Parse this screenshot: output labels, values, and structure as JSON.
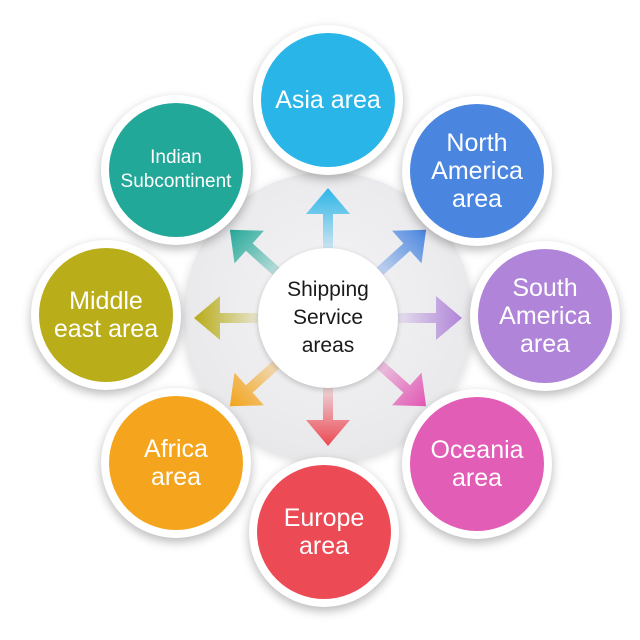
{
  "center": {
    "lines": [
      "Shipping",
      "Service",
      "areas"
    ]
  },
  "areas": [
    {
      "key": "asia",
      "lines": [
        "Asia area"
      ],
      "color": "#2ab5e8"
    },
    {
      "key": "north-america",
      "lines": [
        "North",
        "America",
        "area"
      ],
      "color": "#4a86e0"
    },
    {
      "key": "south-america",
      "lines": [
        "South",
        "America",
        "area"
      ],
      "color": "#b084d8"
    },
    {
      "key": "oceania",
      "lines": [
        "Oceania",
        "area"
      ],
      "color": "#e25db6"
    },
    {
      "key": "europe",
      "lines": [
        "Europe",
        "area"
      ],
      "color": "#ec4b55"
    },
    {
      "key": "africa",
      "lines": [
        "Africa",
        "area"
      ],
      "color": "#f4a51d"
    },
    {
      "key": "middle-east",
      "lines": [
        "Middle",
        "east area"
      ],
      "color": "#b9ad1a"
    },
    {
      "key": "indian-subcontinent",
      "lines": [
        "Indian",
        "Subcontinent"
      ],
      "color": "#22a898"
    }
  ]
}
